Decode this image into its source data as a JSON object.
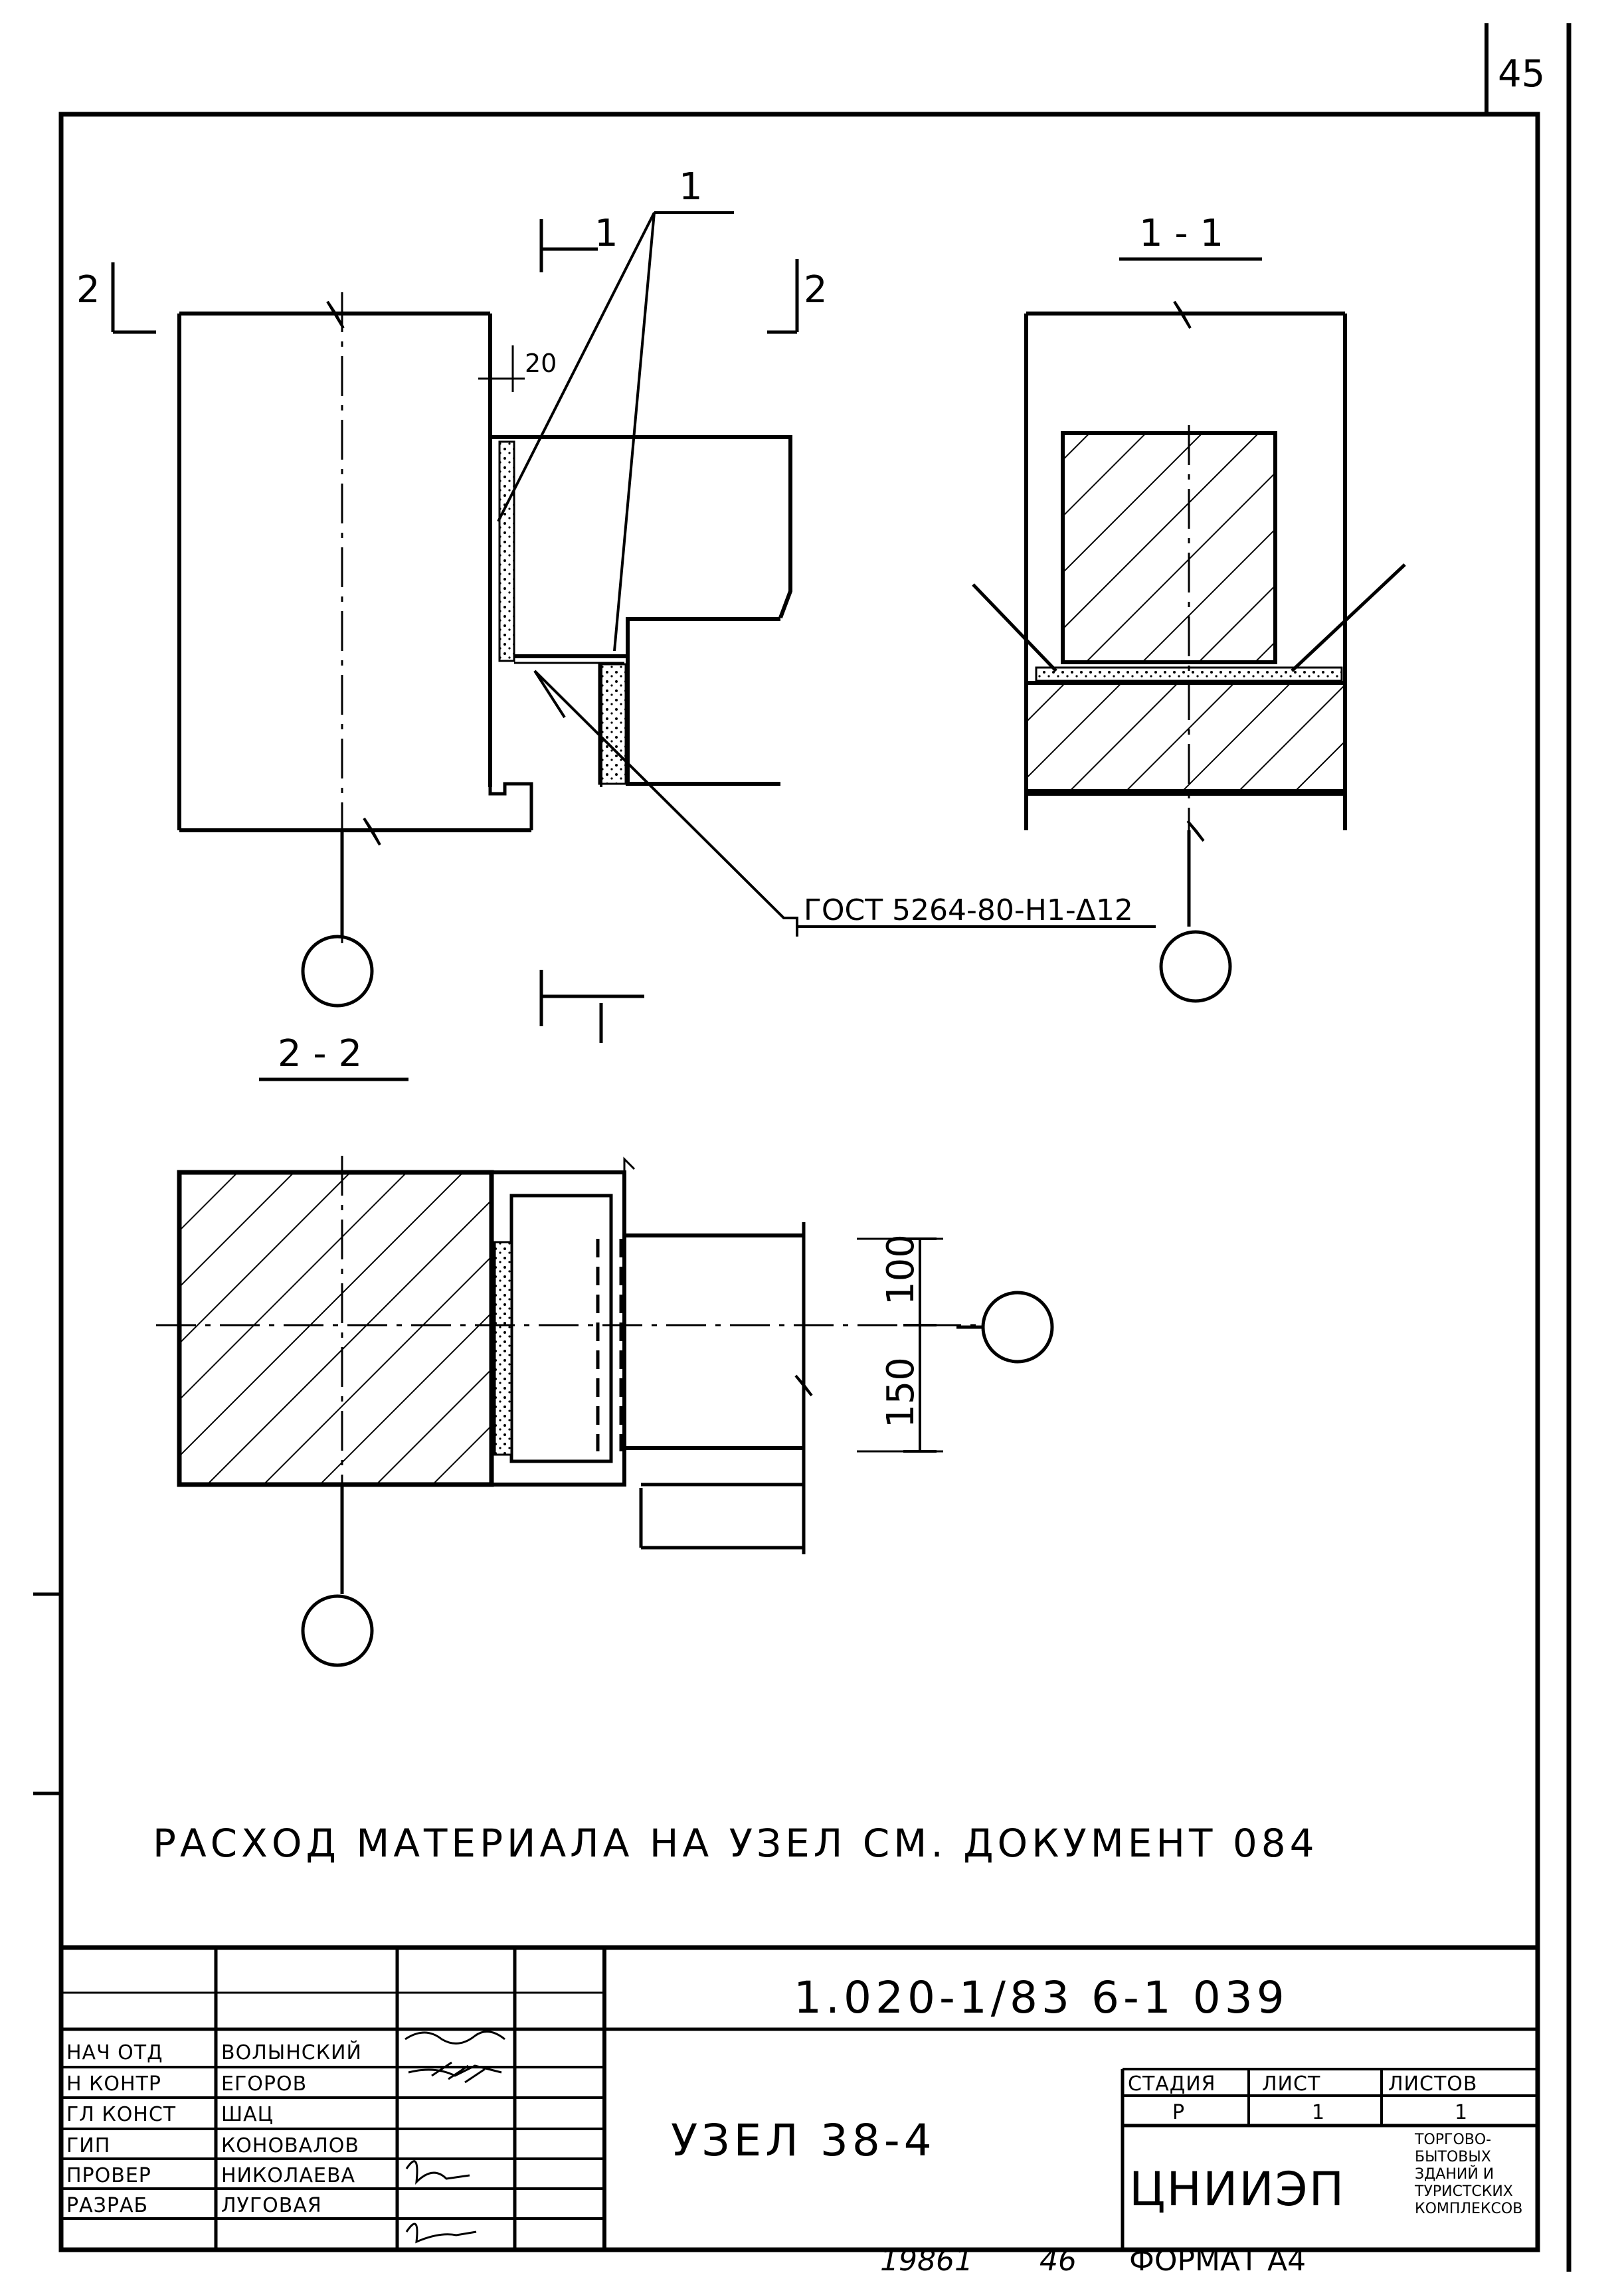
{
  "sheet_number": "45",
  "drawing": {
    "section_marks": {
      "mark_1": "1",
      "mark_2": "2"
    },
    "leader_label": "1",
    "view_titles": {
      "section_1_1": "1 - 1",
      "section_2_2": "2 - 2"
    },
    "dimensions": {
      "gap": "20",
      "upper": "100",
      "lower": "150"
    },
    "weld_callout": "ГОСТ 5264-80-Н1-Δ12"
  },
  "note": "РАСХОД МАТЕРИАЛА НА УЗЕЛ СМ. ДОКУМЕНТ 084",
  "title_block": {
    "document_code": "1.020-1/83 6-1 039",
    "title": "УЗЕЛ 38-4",
    "roles": [
      "НАЧ ОТД",
      "Н КОНТР",
      "ГЛ КОНСТ",
      "ГИП",
      "ПРОВЕР",
      "РАЗРАБ"
    ],
    "names": [
      "ВОЛЫНСКИЙ",
      "ЕГОРОВ",
      "ШАЦ",
      "КОНОВАЛОВ",
      "НИКОЛАЕВА",
      "ЛУГОВАЯ"
    ],
    "stage_label": "СТАДИЯ",
    "sheet_label": "ЛИСТ",
    "sheets_label": "ЛИСТОВ",
    "stage_value": "Р",
    "sheet_value": "1",
    "sheets_value": "1",
    "institute": "ЦНИИЭП",
    "institute_subtitle": [
      "ТОРГОВО-",
      "БЫТОВЫХ",
      "ЗДАНИЙ И",
      "ТУРИСТСКИХ",
      "КОМПЛЕКСОВ"
    ]
  },
  "footer": {
    "inventory_number": "19861",
    "page_count": "46",
    "format": "ФОРМАТ А4"
  }
}
